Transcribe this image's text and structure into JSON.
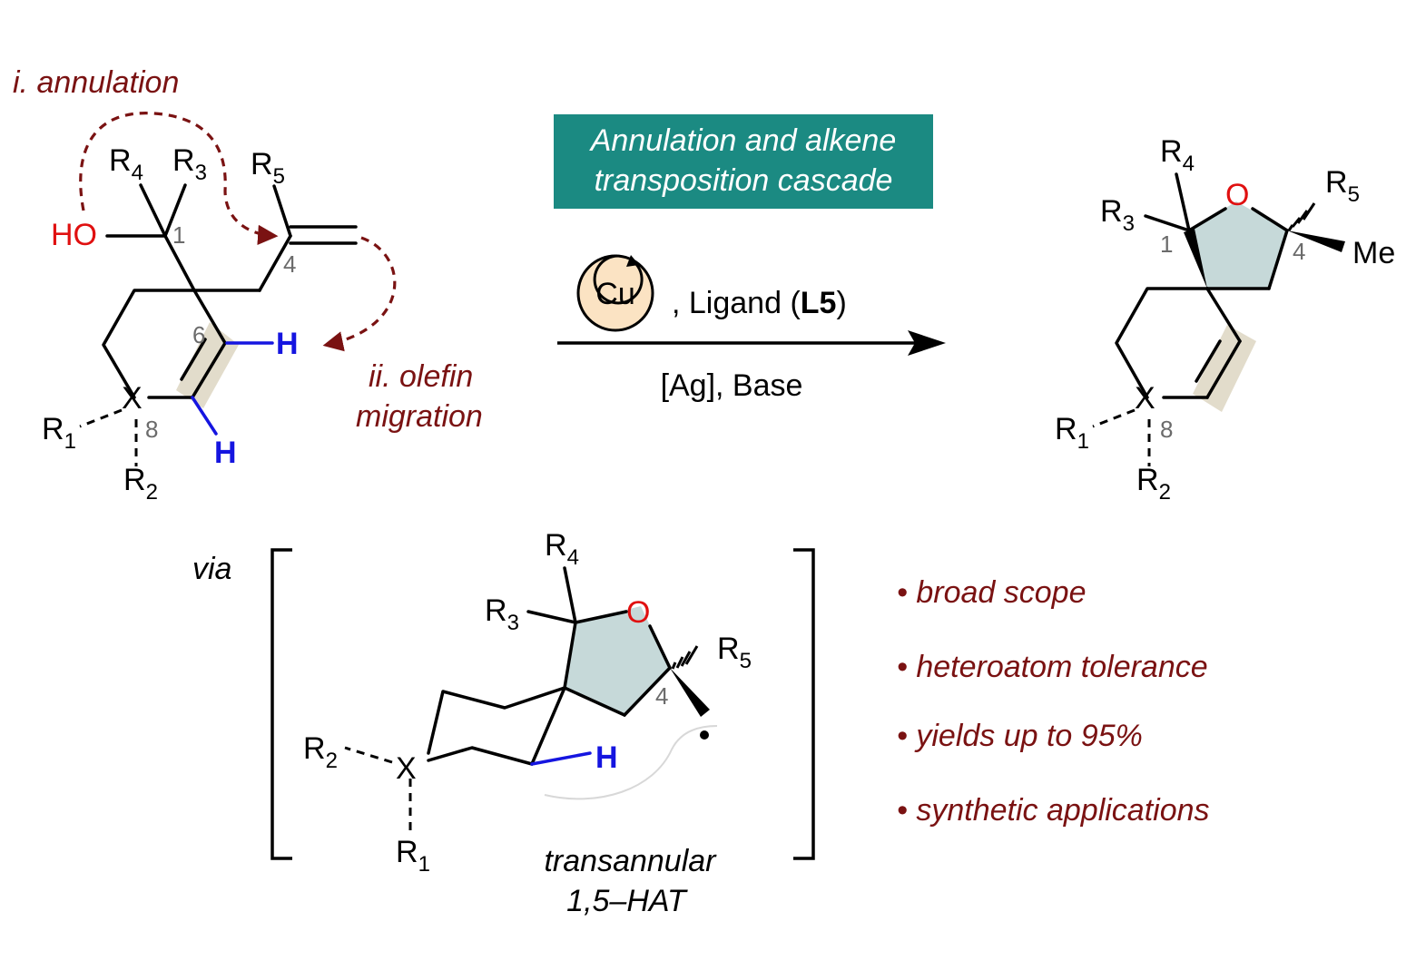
{
  "condition_box": {
    "line1": "Annulation and alkene",
    "line2": "transposition cascade",
    "fill_color": "#1b8a82",
    "text_color": "#ffffff"
  },
  "reagents": {
    "metal": "Cu",
    "ligand_prefix": ", Ligand (",
    "ligand_code": "L5",
    "ligand_suffix": ")",
    "below_arrow": "[Ag], Base",
    "metal_circle_color": "#fbe3c3"
  },
  "steps": {
    "annulation": "i. annulation",
    "olefin_line1": "ii. olefin",
    "olefin_line2": "migration",
    "color": "#7a1212"
  },
  "atoms": {
    "R": "R",
    "r1": "1",
    "r2": "2",
    "r3": "3",
    "r4": "4",
    "r5": "5",
    "HO": "HO",
    "O": "O",
    "X": "X",
    "H": "H",
    "Me": "Me",
    "n1": "1",
    "n4": "4",
    "n6": "6",
    "n8": "8",
    "oxygen_color": "#e01010",
    "hydrogen_color": "#1515e0",
    "ring_fill": "#c6d9d9",
    "highlight_fill": "#e2dccb"
  },
  "intermediate": {
    "via": "via",
    "caption_line1": "transannular",
    "caption_line2": "1,5–HAT"
  },
  "features": [
    "• broad scope",
    "• heteroatom tolerance",
    "• yields up to 95%",
    "• synthetic applications"
  ]
}
